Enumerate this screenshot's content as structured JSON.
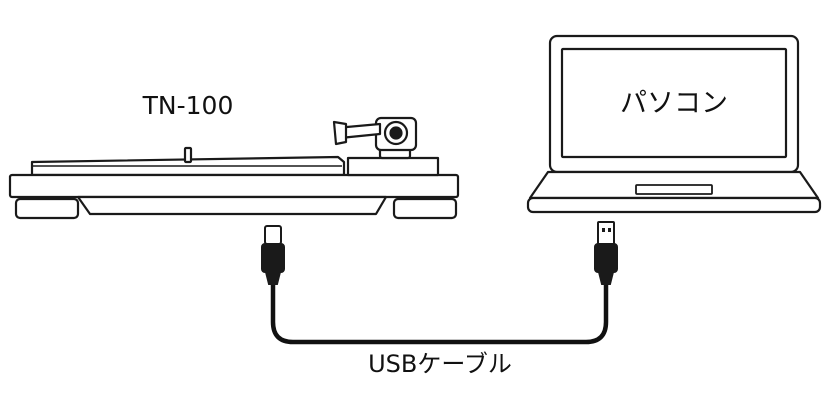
{
  "labels": {
    "turntable_model": "TN-100",
    "computer": "パソコン",
    "cable": "USBケーブル"
  },
  "colors": {
    "stroke": "#1a1a1a",
    "fill": "#ffffff",
    "connector_fill": "#1a1a1a",
    "cable": "#111111"
  }
}
